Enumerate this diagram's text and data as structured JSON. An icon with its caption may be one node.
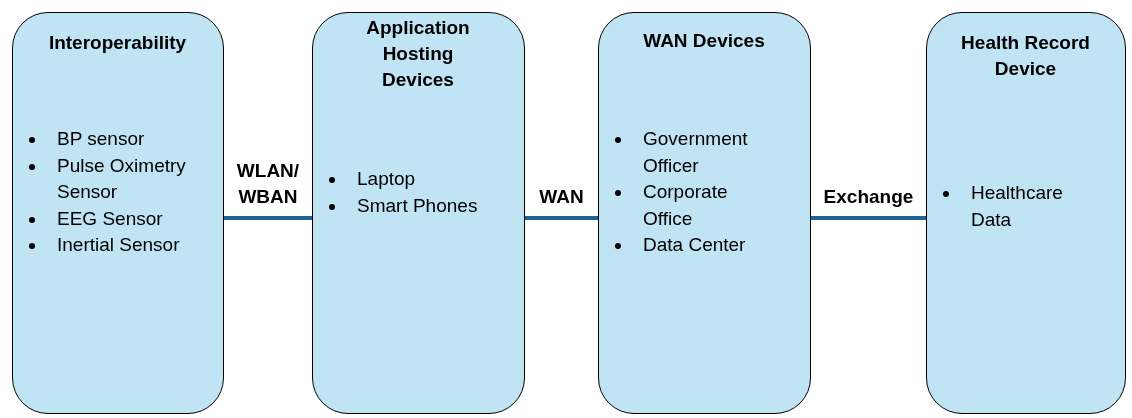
{
  "diagram": {
    "nodes": [
      {
        "text": [
          "Interoperability",
          "BP sensor",
          "Pulse Oximetry Sensor",
          "EEG Sensor",
          "Inertial Sensor"
        ]
      },
      {
        "text": [
          "Application Hosting Devices",
          "Laptop",
          "Smart Phones"
        ]
      },
      {
        "text": [
          "WAN Devices",
          "Government Officer",
          "Corporate Office",
          "Data Center"
        ]
      },
      {
        "text": [
          "Health Record Device",
          "Healthcare Data"
        ]
      }
    ],
    "edges": [
      {
        "from": 0,
        "to": 1,
        "arrow": "none",
        "label": "WLAN/ WBAN"
      },
      {
        "from": 1,
        "to": 2,
        "arrow": "none",
        "label": "WAN"
      },
      {
        "from": 2,
        "to": 3,
        "arrow": "none",
        "label": "Exchange"
      }
    ]
  }
}
